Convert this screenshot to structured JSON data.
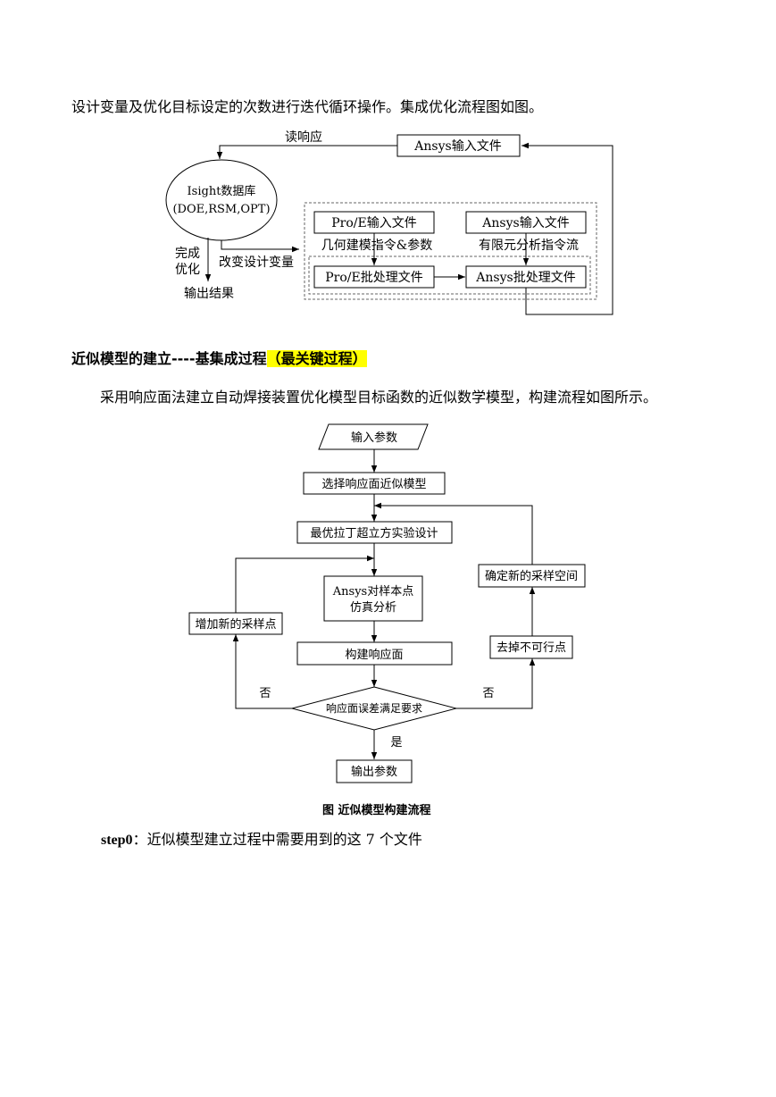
{
  "intro_text": "设计变量及优化目标设定的次数进行迭代循环操作。集成优化流程图如图。",
  "diagram1": {
    "read_response": "读响应",
    "ansys_input_top": "Ansys输入文件",
    "isight_line1": "Isight数据库",
    "isight_line2": "(DOE,RSM,OPT)",
    "complete_line1": "完成",
    "complete_line2": "优化",
    "change_vars": "改变设计变量",
    "output_result": "输出结果",
    "proe_input": "Pro/E输入文件",
    "ansys_input": "Ansys输入文件",
    "geometry_cmd": "几何建模指令&参数",
    "fea_cmd": "有限元分析指令流",
    "proe_batch": "Pro/E批处理文件",
    "ansys_batch": "Ansys批处理文件"
  },
  "section_heading": {
    "main": "近似模型的建立----基集成过程",
    "highlight": "（最关键过程）"
  },
  "body_text": "采用响应面法建立自动焊接装置优化模型目标函数的近似数学模型，构建流程如图所示。",
  "diagram2": {
    "input_params": "输入参数",
    "select_model": "选择响应面近似模型",
    "lhs_design": "最优拉丁超立方实验设计",
    "ansys_sim_line1": "Ansys对样本点",
    "ansys_sim_line2": "仿真分析",
    "build_surface": "构建响应面",
    "error_check": "响应面误差满足要求",
    "output_params": "输出参数",
    "add_samples": "增加新的采样点",
    "new_space": "确定新的采样空间",
    "remove_points": "去掉不可行点",
    "no_left": "否",
    "no_right": "否",
    "yes": "是"
  },
  "figure_caption": "图  近似模型构建流程",
  "step0": {
    "label": "step0",
    "text": "：近似模型建立过程中需要用到的这 7 个文件"
  }
}
